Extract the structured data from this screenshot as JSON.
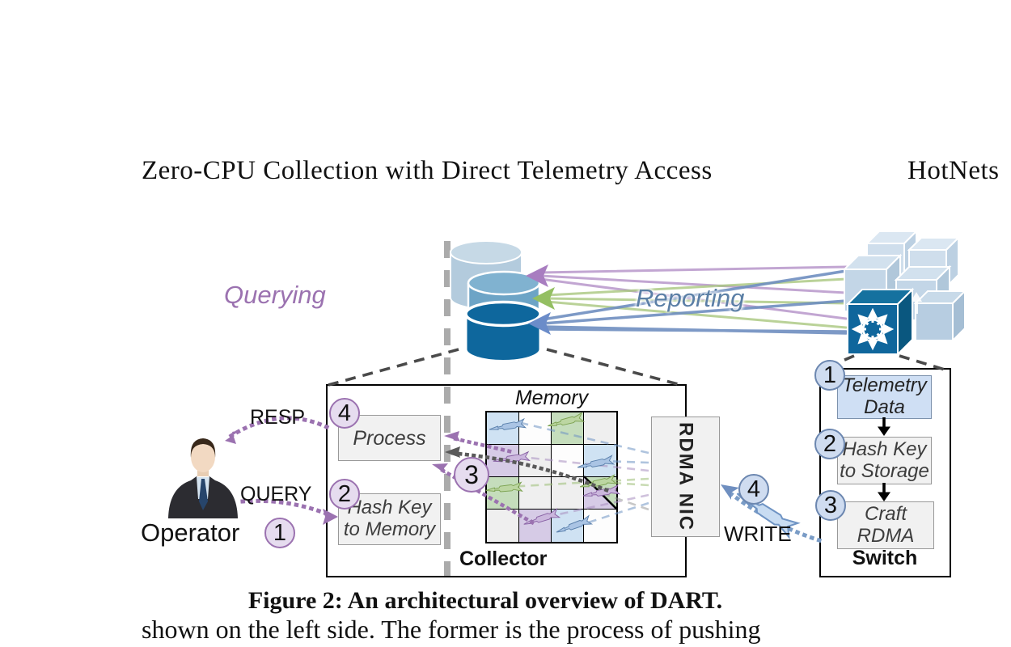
{
  "header": {
    "left": "Zero-CPU Collection with Direct Telemetry Access",
    "right": "HotNets"
  },
  "caption": {
    "title": "Figure 2: An architectural overview of DART.",
    "body": "shown on the left side. The former is the process of pushing"
  },
  "labels": {
    "querying": "Querying",
    "reporting": "Reporting",
    "operator": "Operator",
    "resp": "RESP",
    "query": "QUERY",
    "write": "WRITE",
    "memory": "Memory",
    "collector": "Collector",
    "switch": "Switch",
    "rdma_nic": "RDMA NIC"
  },
  "collector": {
    "process": "Process",
    "hash_key": {
      "line1": "Hash Key",
      "line2": "to Memory"
    }
  },
  "switch_steps": {
    "telemetry": {
      "line1": "Telemetry",
      "line2": "Data"
    },
    "hash_key": {
      "line1": "Hash Key",
      "line2": "to Storage"
    },
    "craft": {
      "line1": "Craft",
      "line2": "RDMA"
    }
  },
  "steps": {
    "q1": "1",
    "q2": "2",
    "q3": "3",
    "q4": "4",
    "r1": "1",
    "r2": "2",
    "r3": "3",
    "r4": "4"
  },
  "memory_grid": {
    "rows": 4,
    "cols": 4,
    "cells": [
      [
        "blue",
        "white",
        "green",
        "gray"
      ],
      [
        "purple",
        "gray",
        "white",
        "blue"
      ],
      [
        "green",
        "gray",
        "gray",
        "split"
      ],
      [
        "gray",
        "purple",
        "blue",
        "white"
      ]
    ]
  },
  "colors": {
    "querying_purple": "#9b72b0",
    "reporting_blue": "#5b7fa6",
    "db_dark": "#0e679d",
    "db_mid": "#6da4c6",
    "db_light": "#b3cbdd",
    "arrow_purple": "#a87dc0",
    "arrow_green": "#94bf62",
    "arrow_blue": "#6b8cc9",
    "cell_blue": "#cfe2f3",
    "cell_green": "#c5ddbc",
    "cell_purple": "#d6cbe6",
    "cell_gray": "#efefef",
    "circle_purple_fill": "#e6dcef",
    "circle_blue_fill": "#cfdcf0"
  }
}
